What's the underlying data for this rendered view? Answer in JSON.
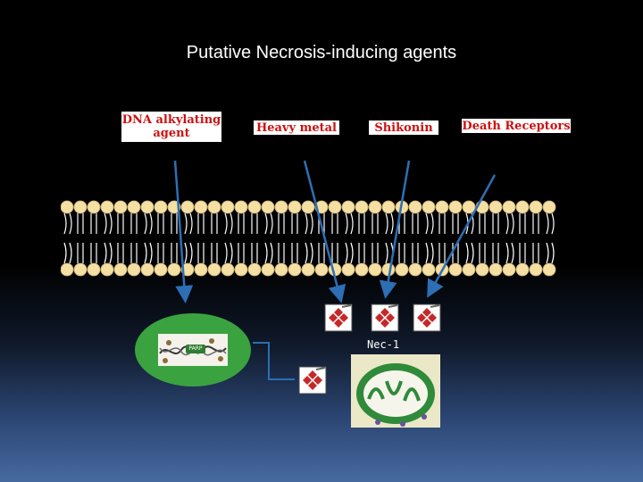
{
  "title": "Putative Necrosis-inducing agents",
  "agents": [
    {
      "label": "DNA alkylating agent"
    },
    {
      "label": "Heavy metal"
    },
    {
      "label": "Shikonin"
    },
    {
      "label": "Death Receptors"
    }
  ],
  "nucleus": {
    "badge": "PARP"
  },
  "inhibitor": {
    "label": "Nec-1",
    "icon": "necrostatin-inhibitor-icon"
  },
  "colors": {
    "agent_text": "#cc1111",
    "nucleus": "#3aa340",
    "membrane_head": "#f5dfa2",
    "arrow": "#2c6fb5"
  }
}
